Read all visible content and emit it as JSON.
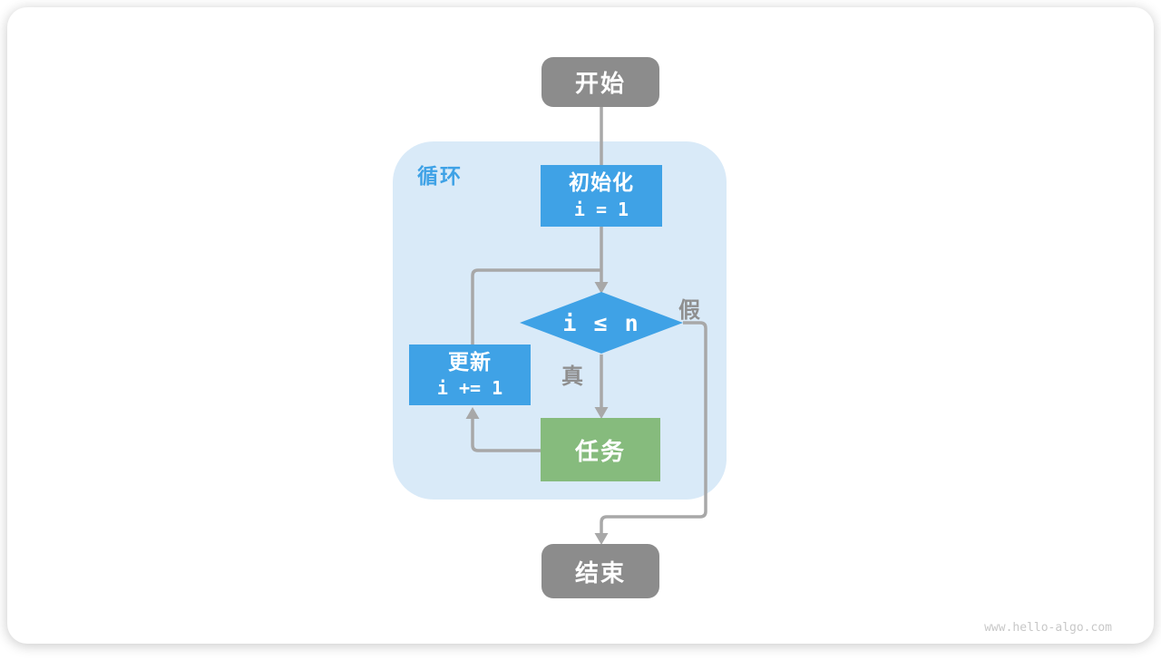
{
  "page": {
    "watermark": "www.hello-algo.com"
  },
  "colors": {
    "node_blue": "#3fa2e6",
    "node_green": "#86bb7d",
    "node_gray": "#8c8c8c",
    "line_gray": "#a8a8a8",
    "loop_container_bg": "#d9eaf8",
    "edge_label_gray": "#8f8f8f"
  },
  "flowchart": {
    "start": "开始",
    "loop_label": "循环",
    "init": {
      "line1": "初始化",
      "line2": "i = 1"
    },
    "condition": "i ≤ n",
    "true_label": "真",
    "false_label": "假",
    "task": "任务",
    "update": {
      "line1": "更新",
      "line2": "i += 1"
    },
    "end": "结束"
  }
}
